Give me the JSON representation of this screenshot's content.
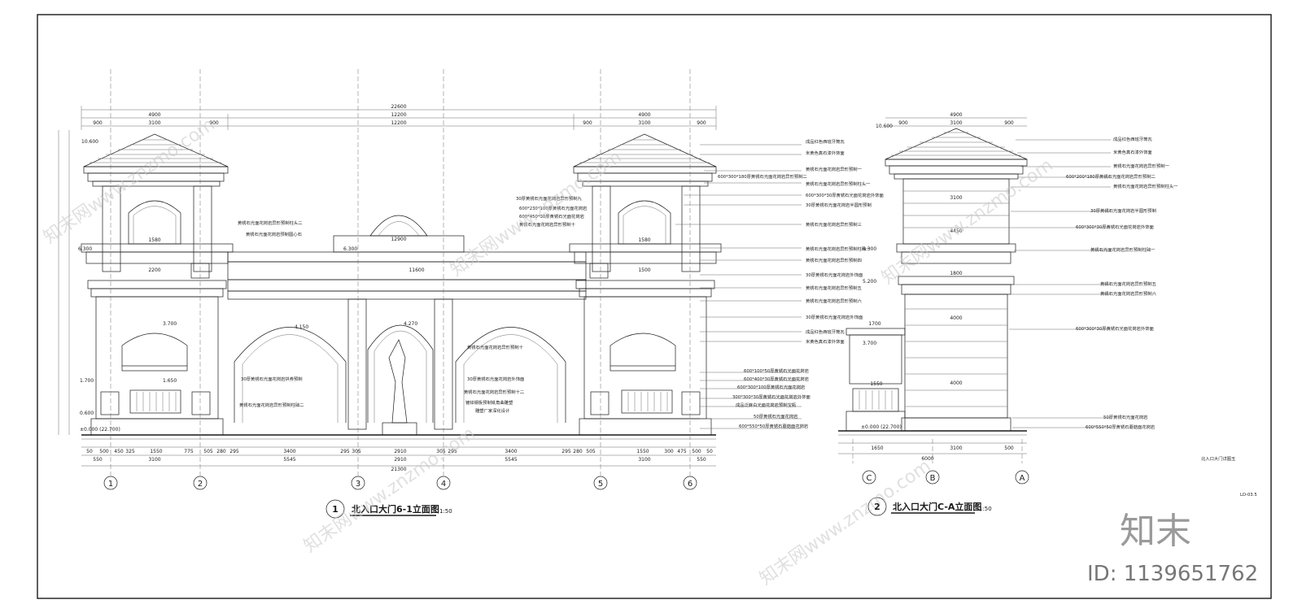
{
  "elev1": {
    "title": "北入口大门6-1立面图",
    "scale": "1:50",
    "number": "1",
    "axes": [
      "1",
      "2",
      "3",
      "4",
      "5",
      "6"
    ],
    "levels": [
      "10.600",
      "6.300",
      "3.700",
      "1.700",
      "1.650",
      "0.600",
      "±0.000 (22.700)",
      "6.300",
      "4.150",
      "4.270"
    ],
    "top_dims": [
      "22600",
      "4900",
      "12200",
      "4900",
      "900",
      "3100",
      "900",
      "12200",
      "900",
      "3100",
      "900"
    ],
    "mid_dims": [
      "12900",
      "11600",
      "2200",
      "1500",
      "1580",
      "1580"
    ],
    "bottom_dims": [
      "50",
      "500",
      "450",
      "325",
      "1550",
      "775",
      "505",
      "280",
      "295",
      "3400",
      "295",
      "305",
      "2910",
      "305",
      "295",
      "3400",
      "295",
      "280",
      "505",
      "1550",
      "300",
      "475",
      "500",
      "50"
    ],
    "bottom_dims2": [
      "550",
      "3100",
      "5545",
      "2910",
      "5545",
      "3100",
      "550"
    ],
    "total": "21300",
    "left_notes": [
      "黄锈石光面花岗岩异形预制柱头二",
      "黄锈石光面花岗岩预制圆心石",
      "30厚黄锈石光面花岗岩拱券预制",
      "黄锈石光面花岗岩异形预制柱础二"
    ],
    "center_notes": [
      "30厚黄锈石光面花岗岩异形预制九",
      "600*230*100厚黄锈石光面花岗岩",
      "600*450*30厚黄锈石光面花岗岩",
      "黄锈石光面花岗岩异形预制十",
      "黄锈石光面花岗岩异形预制十",
      "30厚黄锈石光面花岗岩外饰面",
      "黄锈石光面花岗岩异形预制十二",
      "镀锌钢板预制铣角曲雕塑",
      "雕塑厂家深化设计"
    ],
    "right_notes": [
      "成品红色西班牙筒瓦",
      "米黄色真石漆外饰面",
      "黄锈石光面花岗岩异形预制一",
      "600*300*180厚黄锈石光面花岗岩异形预制二",
      "黄锈石光面花岗岩异形预制柱头一",
      "600*300*30厚黄锈石光面花岗岩外饰面",
      "30厚黄锈石光面花岗岩半圆形预制",
      "黄锈石光面花岗岩异形预制三",
      "黄锈石光面花岗岩异形预制柱础一",
      "黄锈石光面花岗岩异形预制四",
      "30厚黄锈石光面花岗岩外饰面",
      "黄锈石光面花岗岩异形预制五",
      "黄锈石光面花岗岩异形预制六",
      "30厚黄锈石光面花岗岩外饰面",
      "成品红色西班牙筒瓦",
      "米黄色真石漆外饰面",
      "600*100*50厚黄锈石光面花岗岩",
      "600*400*30厚黄锈石光面花岗岩",
      "600*300*100厚黄锈石光面花岗岩",
      "300*300*30厚黄锈石光面花岗岩外饰面",
      "成品泛麻白光面花岗岩预制宝瓶",
      "50厚黄锈石光面花岗岩",
      "600*550*50厚黄锈石蘑菇面花岗岩"
    ]
  },
  "elev2": {
    "title": "北入口大门C-A立面图",
    "scale": "1:50",
    "number": "2",
    "axes": [
      "C",
      "B",
      "A"
    ],
    "levels": [
      "10.600",
      "6.300",
      "5.200",
      "3.700",
      "±0.000 (22.700)"
    ],
    "dims": [
      "4900",
      "900",
      "3100",
      "900",
      "4450",
      "3100",
      "4000",
      "4000",
      "1700",
      "1800",
      "1550",
      "1650",
      "6000",
      "3100",
      "500"
    ],
    "right_notes": [
      "成品红色西班牙筒瓦",
      "米黄色真石漆外饰面",
      "黄锈石光面花岗岩异形预制一",
      "600*200*180厚黄锈石光面花岗岩异形预制二",
      "黄锈石光面花岗岩异形预制柱头一",
      "30厚黄锈石光面花岗岩半圆形预制",
      "600*300*30厚黄锈石光面花岗岩外饰面",
      "黄锈石光面花岗岩异形预制柱础一",
      "黄锈石光面花岗岩异形预制五",
      "黄锈石光面花岗岩异形预制六",
      "600*300*30厚黄锈石光面花岗岩外饰面",
      "50厚黄锈石光面花岗岩",
      "600*550*50厚黄锈石蘑菇面花岗岩"
    ]
  },
  "sheet": {
    "drawing_name": "北入口大门详图五",
    "drawing_no": "LD-03.5"
  },
  "watermark": {
    "text": "知末网www.znzmo.com",
    "logo": "知末",
    "id": "ID: 1139651762"
  }
}
